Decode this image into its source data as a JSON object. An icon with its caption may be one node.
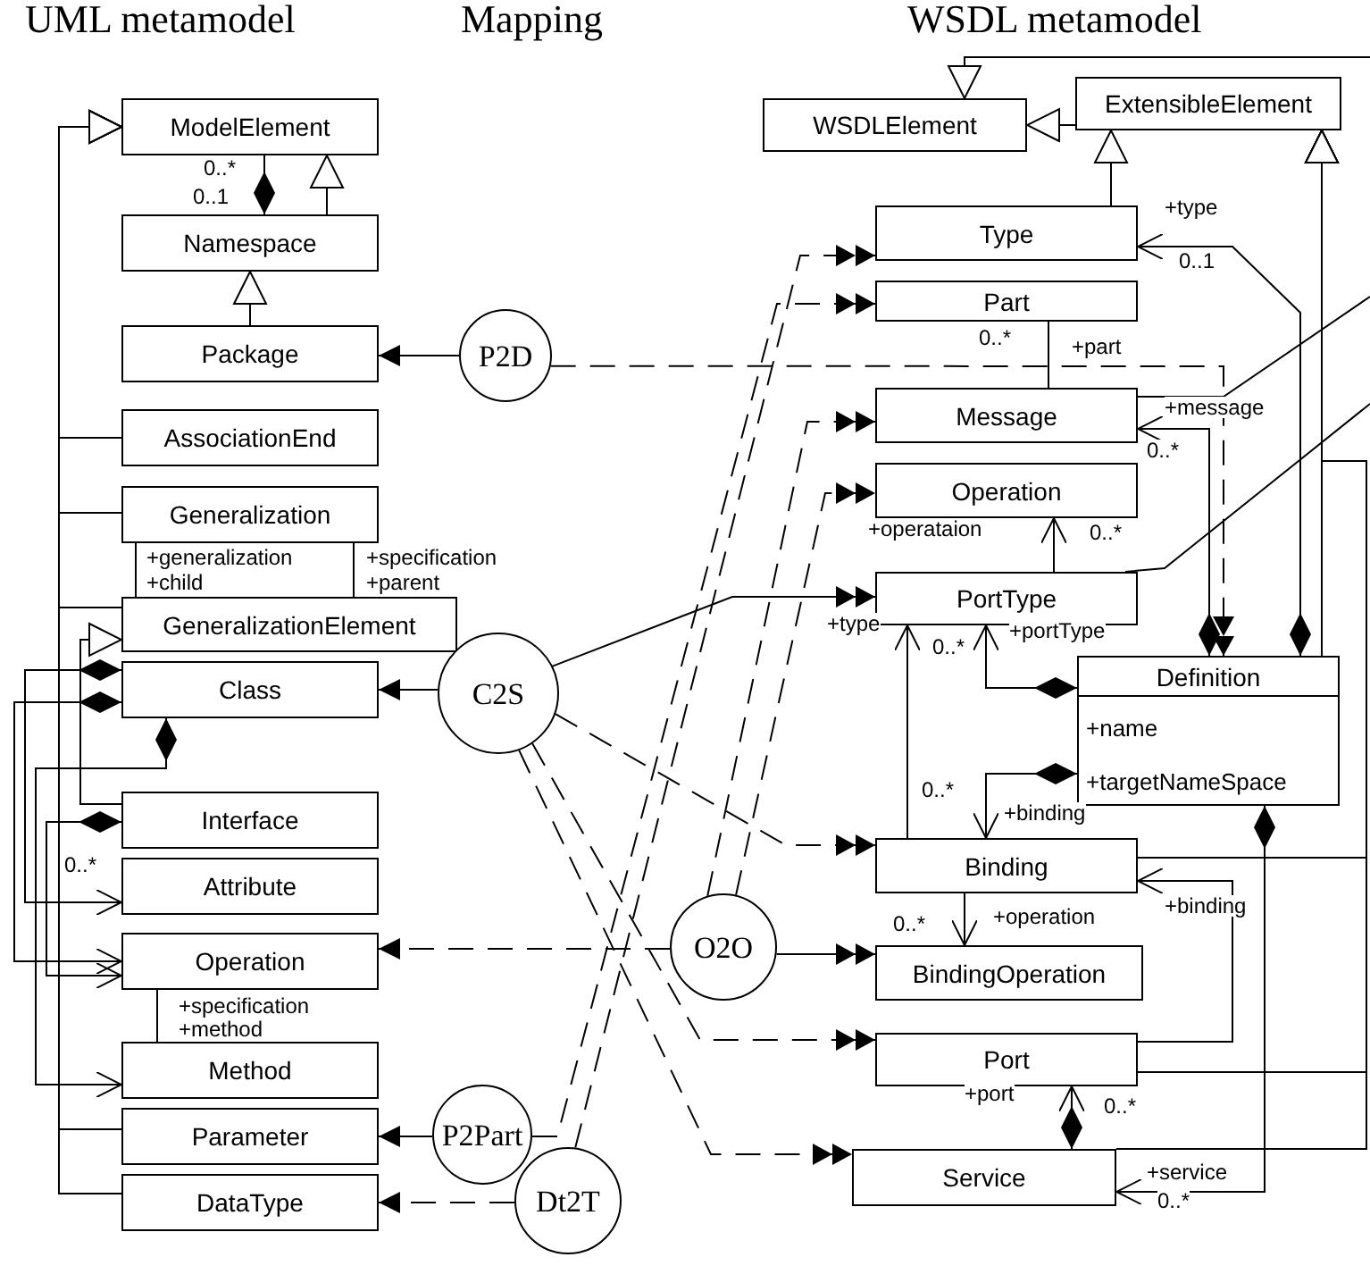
{
  "diagram": {
    "nodes": [
      {
        "text": [
          "ModelElement"
        ]
      },
      {
        "text": [
          "Namespace"
        ]
      },
      {
        "text": [
          "Package"
        ]
      },
      {
        "text": [
          "AssociationEnd"
        ]
      },
      {
        "text": [
          "Generalization"
        ]
      },
      {
        "text": [
          "GeneralizationElement"
        ]
      },
      {
        "text": [
          "Class"
        ]
      },
      {
        "text": [
          "Interface"
        ]
      },
      {
        "text": [
          "Attribute"
        ]
      },
      {
        "text": [
          "Operation"
        ]
      },
      {
        "text": [
          "Method"
        ]
      },
      {
        "text": [
          "Parameter"
        ]
      },
      {
        "text": [
          "DataType"
        ]
      },
      {
        "text": [
          "P2D"
        ]
      },
      {
        "text": [
          "C2S"
        ]
      },
      {
        "text": [
          "O2O"
        ]
      },
      {
        "text": [
          "P2Part"
        ]
      },
      {
        "text": [
          "Dt2T"
        ]
      },
      {
        "text": [
          "WSDLElement"
        ]
      },
      {
        "text": [
          "ExtensibleElement"
        ]
      },
      {
        "text": [
          "Type"
        ]
      },
      {
        "text": [
          "Part"
        ]
      },
      {
        "text": [
          "Message"
        ]
      },
      {
        "text": [
          "Operation"
        ]
      },
      {
        "text": [
          "PortType"
        ]
      },
      {
        "text": [
          "Definition",
          "+name",
          "+targetNameSpace"
        ]
      },
      {
        "text": [
          "Binding"
        ]
      },
      {
        "text": [
          "BindingOperation"
        ]
      },
      {
        "text": [
          "Port"
        ]
      },
      {
        "text": [
          "Service"
        ]
      }
    ],
    "edges": [
      {
        "from": 13,
        "to": 2,
        "arrow": "to"
      },
      {
        "from": 13,
        "to": 25,
        "arrow": "to",
        "style": "dashed"
      },
      {
        "from": 14,
        "to": 6,
        "arrow": "to"
      },
      {
        "from": 14,
        "to": 24,
        "arrow": "to"
      },
      {
        "from": 14,
        "to": 26,
        "arrow": "to",
        "style": "dashed"
      },
      {
        "from": 14,
        "to": 28,
        "arrow": "to",
        "style": "dashed"
      },
      {
        "from": 14,
        "to": 29,
        "arrow": "to",
        "style": "dashed"
      },
      {
        "from": 15,
        "to": 9,
        "arrow": "to",
        "style": "dashed"
      },
      {
        "from": 15,
        "to": 27,
        "arrow": "to"
      },
      {
        "from": 15,
        "to": 22,
        "arrow": "to",
        "style": "dashed"
      },
      {
        "from": 15,
        "to": 23,
        "arrow": "to",
        "style": "dashed"
      },
      {
        "from": 16,
        "to": 11,
        "arrow": "to"
      },
      {
        "from": 16,
        "to": 21,
        "arrow": "to",
        "style": "dashed"
      },
      {
        "from": 17,
        "to": 12,
        "arrow": "to",
        "style": "dashed"
      },
      {
        "from": 17,
        "to": 20,
        "arrow": "to",
        "style": "dashed"
      },
      {
        "from": 1,
        "to": 0,
        "arrow": "to"
      },
      {
        "from": 1,
        "to": 0,
        "arrow": "other"
      },
      {
        "from": 2,
        "to": 1,
        "arrow": "to"
      },
      {
        "from": 3,
        "to": 0,
        "arrow": "to"
      },
      {
        "from": 4,
        "to": 0,
        "arrow": "to"
      },
      {
        "from": 5,
        "to": 0,
        "arrow": "to"
      },
      {
        "from": 11,
        "to": 0,
        "arrow": "to"
      },
      {
        "from": 12,
        "to": 0,
        "arrow": "to"
      },
      {
        "from": 4,
        "to": 5,
        "arrow": "none"
      },
      {
        "from": 4,
        "to": 5,
        "arrow": "none"
      },
      {
        "from": 7,
        "to": 5,
        "arrow": "to"
      },
      {
        "from": 6,
        "to": 8,
        "arrow": "to"
      },
      {
        "from": 6,
        "to": 9,
        "arrow": "to"
      },
      {
        "from": 6,
        "to": 10,
        "arrow": "to"
      },
      {
        "from": 7,
        "to": 9,
        "arrow": "to"
      },
      {
        "from": 9,
        "to": 10,
        "arrow": "none"
      },
      {
        "from": 19,
        "to": 18,
        "arrow": "to"
      },
      {
        "from": null,
        "to": 18,
        "arrow": "to"
      },
      {
        "from": 20,
        "to": 19,
        "arrow": "to"
      },
      {
        "from": 25,
        "to": 19,
        "arrow": "to"
      },
      {
        "from": 26,
        "to": 19,
        "arrow": "to"
      },
      {
        "from": 28,
        "to": 19,
        "arrow": "to"
      },
      {
        "from": 29,
        "to": 19,
        "arrow": "to"
      },
      {
        "from": 22,
        "to": null,
        "arrow": "none"
      },
      {
        "from": 21,
        "to": 22,
        "arrow": "none"
      },
      {
        "from": 24,
        "to": null,
        "arrow": "none"
      },
      {
        "from": 25,
        "to": 20,
        "arrow": "to"
      },
      {
        "from": 25,
        "to": 22,
        "arrow": "to"
      },
      {
        "from": 24,
        "to": 23,
        "arrow": "to"
      },
      {
        "from": 25,
        "to": 24,
        "arrow": "to"
      },
      {
        "from": 26,
        "to": 24,
        "arrow": "to"
      },
      {
        "from": 25,
        "to": 26,
        "arrow": "to"
      },
      {
        "from": 26,
        "to": 27,
        "arrow": "to"
      },
      {
        "from": 28,
        "to": 26,
        "arrow": "to"
      },
      {
        "from": 29,
        "to": 28,
        "arrow": "to"
      },
      {
        "from": 25,
        "to": 29,
        "arrow": "to"
      }
    ],
    "labels": [
      "UML metamodel",
      "Mapping",
      "WSDL metamodel",
      "0..*",
      "0..1",
      "+type",
      "0..1",
      "0..*",
      "+part",
      "+message",
      "0..*",
      "+generalization",
      "+specification",
      "+child",
      "+parent",
      "+operataion",
      "0..*",
      "+type",
      "0..*",
      "+portType",
      "0..*",
      "+binding",
      "0..*",
      "+operation",
      "+binding",
      "0..*",
      "+specification",
      "+method",
      "+port",
      "0..*",
      "+service",
      "0..*"
    ]
  }
}
